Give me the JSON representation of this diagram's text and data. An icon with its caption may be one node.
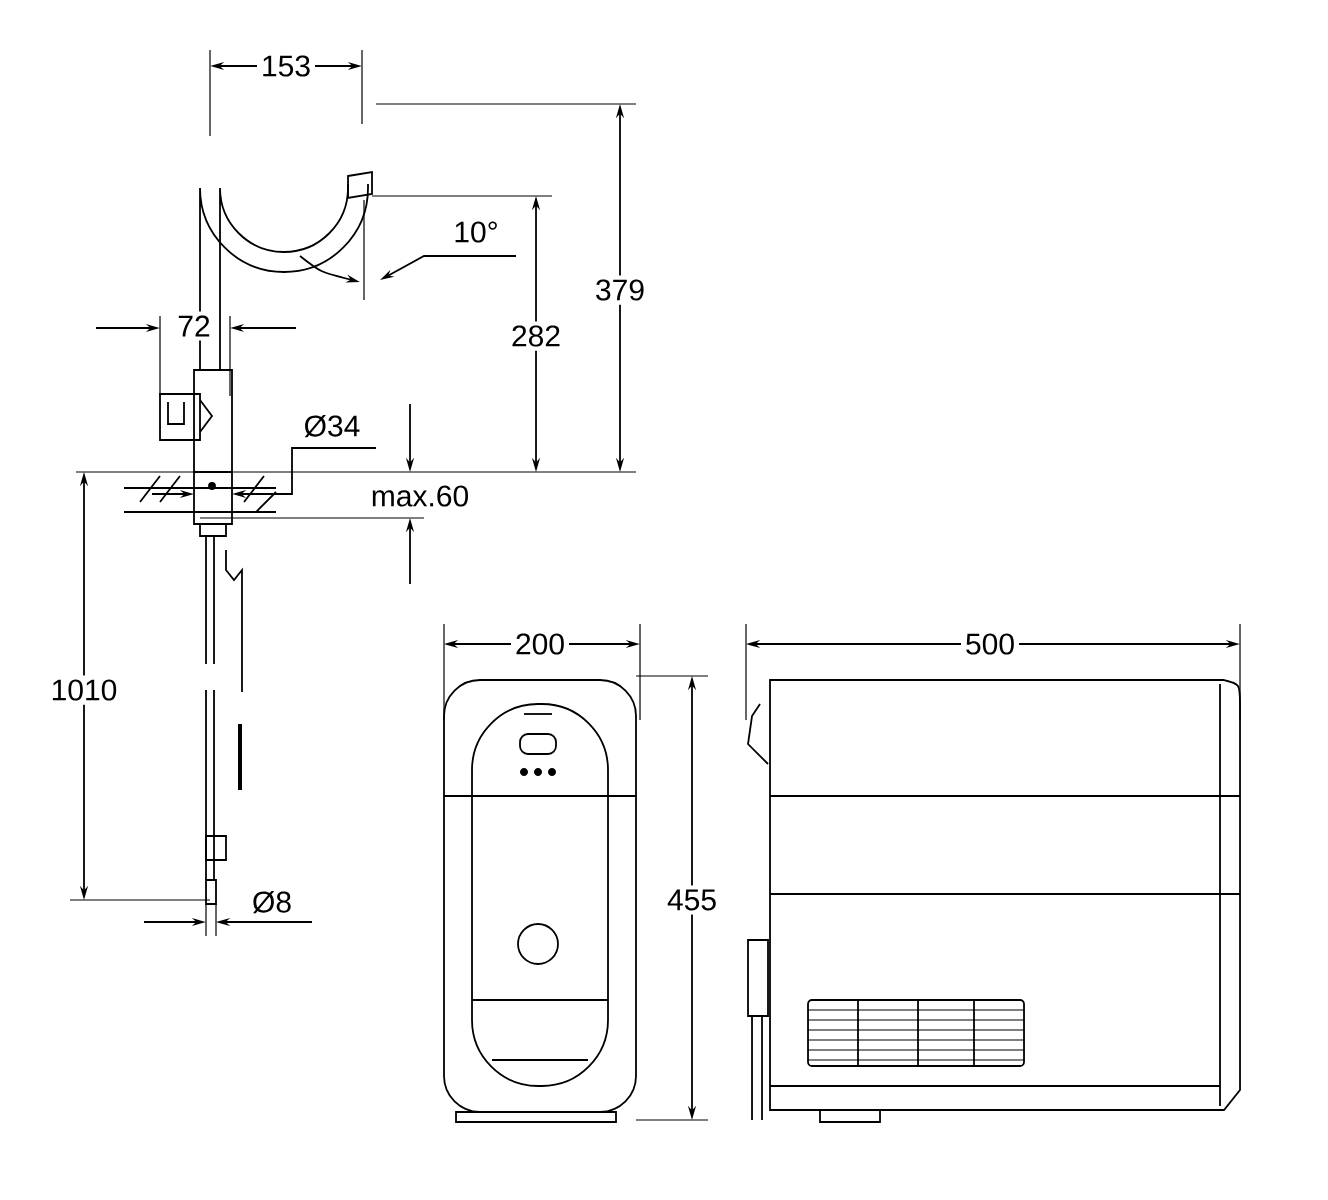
{
  "diagram": {
    "labels": [
      "153",
      "10°",
      "379",
      "72",
      "282",
      "Ø34",
      "max.60",
      "1010",
      "Ø8",
      "200",
      "500",
      "455"
    ]
  }
}
